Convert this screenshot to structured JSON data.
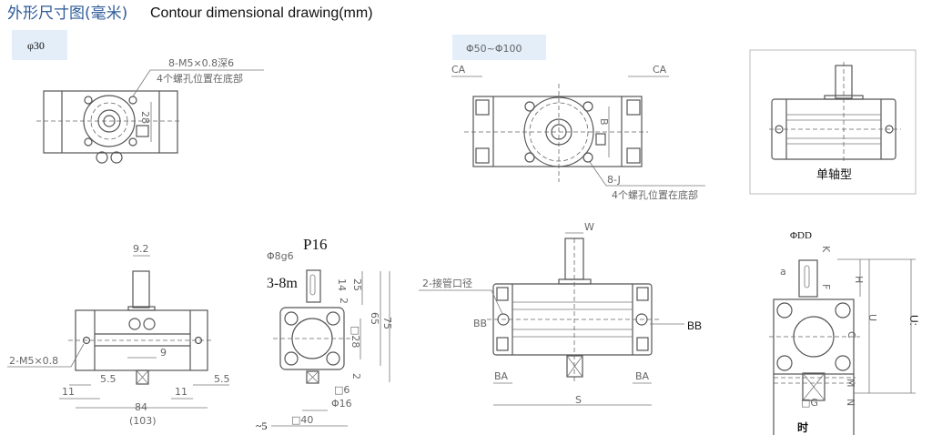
{
  "header": {
    "title_cn": "外形尺寸图(毫米)",
    "title_en": "Contour dimensional drawing(mm)",
    "title_cn_color": "#2e5b9a"
  },
  "panel_phi30": {
    "badge": "φ30",
    "note_thread": "8-M5×0.8深6",
    "note_location": "4个螺孔位置在底部",
    "dim_28": "28"
  },
  "panel_phi50_100": {
    "badge": "Φ50~Φ100",
    "ca_left": "CA",
    "ca_right": "CA",
    "dim_b": "B",
    "note_j": "8-J",
    "note_location": "4个螺孔位置在底部"
  },
  "panel_single_shaft": {
    "caption": "单轴型"
  },
  "panel_front_small": {
    "dim_9_2": "9.2",
    "dim_9": "9",
    "thread": "2-M5×0.8",
    "dim_5_5_left": "5.5",
    "dim_5_5_right": "5.5",
    "dim_11_left": "11",
    "dim_11_right": "11",
    "dim_84": "84",
    "dim_103": "(103)"
  },
  "panel_side_small": {
    "p16": "P16",
    "shaft_dia": "Φ8g6",
    "key": "3-8m",
    "dim_14": "14",
    "dim_25": "25",
    "dim_65": "65",
    "dim_75": "75",
    "dim_28": "□28",
    "dim_2_top": "2",
    "dim_2_bottom": "2",
    "dim_6": "□6",
    "dim_16": "Φ16",
    "dim_40": "□40",
    "dim_5": "~5"
  },
  "panel_front_large": {
    "dim_w": "W",
    "port": "2-接管口径",
    "bb_left": "BB",
    "bb_right": "BB",
    "ba_left": "BA",
    "ba_right": "BA",
    "dim_s": "S"
  },
  "panel_side_large": {
    "dd": "ΦDD",
    "k": "K",
    "a": "a",
    "f": "F",
    "h": "H",
    "u": "U",
    "u2": "U:",
    "c": "C",
    "m": "M",
    "n": "N",
    "g": "□G",
    "shi": "时"
  }
}
